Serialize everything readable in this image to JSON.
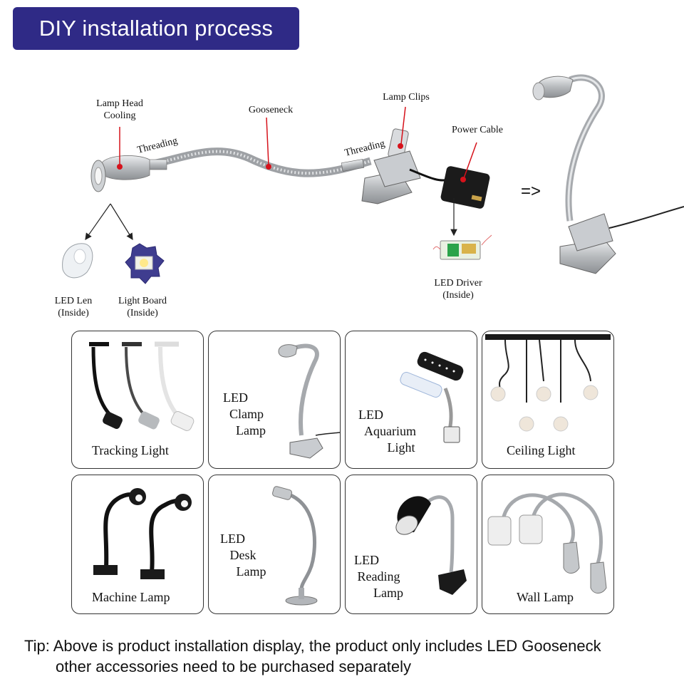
{
  "header": {
    "title": "DIY installation process"
  },
  "diagram": {
    "labels": {
      "lamp_head": "Lamp Head\nCooling",
      "threading_left": "Threading",
      "gooseneck": "Gooseneck",
      "lamp_clips": "Lamp Clips",
      "threading_right": "Threading",
      "power_cable": "Power Cable",
      "led_len": "LED Len\n(Inside)",
      "light_board": "Light Board\n(Inside)",
      "led_driver": "LED Driver\n(Inside)",
      "arrow": "=>"
    }
  },
  "applications": [
    {
      "caption": "Tracking Light",
      "icon": "track-light-icon"
    },
    {
      "caption": "LED\n  Clamp\n    Lamp",
      "icon": "clamp-lamp-icon"
    },
    {
      "caption": "LED\n  Aquarium\n         Light",
      "icon": "aquarium-light-icon"
    },
    {
      "caption": "Ceiling Light",
      "icon": "ceiling-light-icon"
    },
    {
      "caption": "Machine Lamp",
      "icon": "machine-lamp-icon"
    },
    {
      "caption": "LED\n   Desk\n     Lamp",
      "icon": "desk-lamp-icon"
    },
    {
      "caption": "LED\n Reading\n      Lamp",
      "icon": "reading-lamp-icon"
    },
    {
      "caption": "Wall Lamp",
      "icon": "wall-lamp-icon"
    }
  ],
  "tip": {
    "line1": "Tip: Above is product installation display, the product only includes LED Gooseneck",
    "line2": "other accessories need to be purchased separately"
  },
  "colors": {
    "banner": "#2f2a86",
    "marker": "#d6121b",
    "metal": "#b9bcc0"
  }
}
